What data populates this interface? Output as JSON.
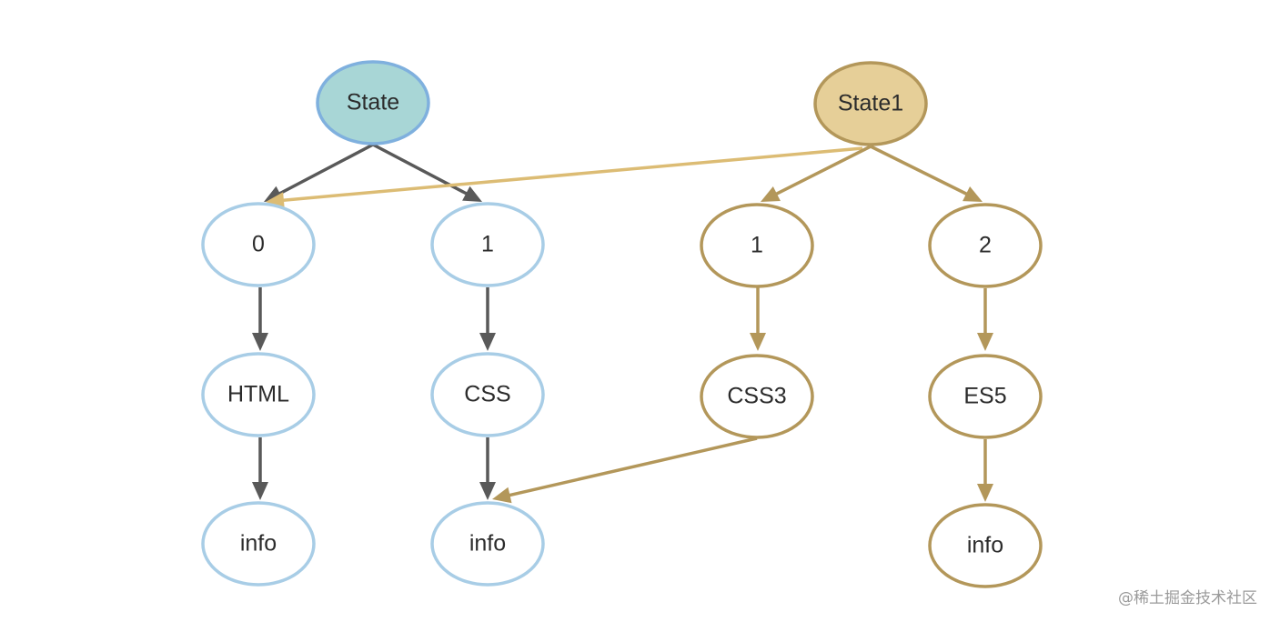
{
  "colors": {
    "blue_stroke": "#a8cde6",
    "blue_root_stroke": "#7fb0de",
    "blue_root_fill": "#a8d6d6",
    "gold_stroke": "#b3975a",
    "gold_root_fill": "#e6cf98",
    "gold_cross_edge": "#dcbc74",
    "gray_edge": "#595959"
  },
  "nodes": [
    {
      "id": "state",
      "label": "State",
      "style": "blue-root"
    },
    {
      "id": "s0",
      "label": "0",
      "style": "blue"
    },
    {
      "id": "s1",
      "label": "1",
      "style": "blue"
    },
    {
      "id": "html",
      "label": "HTML",
      "style": "blue"
    },
    {
      "id": "css",
      "label": "CSS",
      "style": "blue"
    },
    {
      "id": "info_a",
      "label": "info",
      "style": "blue"
    },
    {
      "id": "info_b",
      "label": "info",
      "style": "blue"
    },
    {
      "id": "state1",
      "label": "State1",
      "style": "gold-root"
    },
    {
      "id": "t1",
      "label": "1",
      "style": "gold"
    },
    {
      "id": "t2",
      "label": "2",
      "style": "gold"
    },
    {
      "id": "css3",
      "label": "CSS3",
      "style": "gold"
    },
    {
      "id": "es5",
      "label": "ES5",
      "style": "gold"
    },
    {
      "id": "info_c",
      "label": "info",
      "style": "gold"
    }
  ],
  "edges": [
    {
      "from": "state",
      "to": "s0",
      "color": "gray"
    },
    {
      "from": "state",
      "to": "s1",
      "color": "gray"
    },
    {
      "from": "s0",
      "to": "html",
      "color": "gray"
    },
    {
      "from": "s1",
      "to": "css",
      "color": "gray"
    },
    {
      "from": "html",
      "to": "info_a",
      "color": "gray"
    },
    {
      "from": "css",
      "to": "info_b",
      "color": "gray"
    },
    {
      "from": "state1",
      "to": "s0",
      "color": "gold-light"
    },
    {
      "from": "state1",
      "to": "t1",
      "color": "gold"
    },
    {
      "from": "state1",
      "to": "t2",
      "color": "gold"
    },
    {
      "from": "t1",
      "to": "css3",
      "color": "gold"
    },
    {
      "from": "t2",
      "to": "es5",
      "color": "gold"
    },
    {
      "from": "css3",
      "to": "info_b",
      "color": "gold"
    },
    {
      "from": "es5",
      "to": "info_c",
      "color": "gold"
    }
  ],
  "watermark": "@稀土掘金技术社区"
}
